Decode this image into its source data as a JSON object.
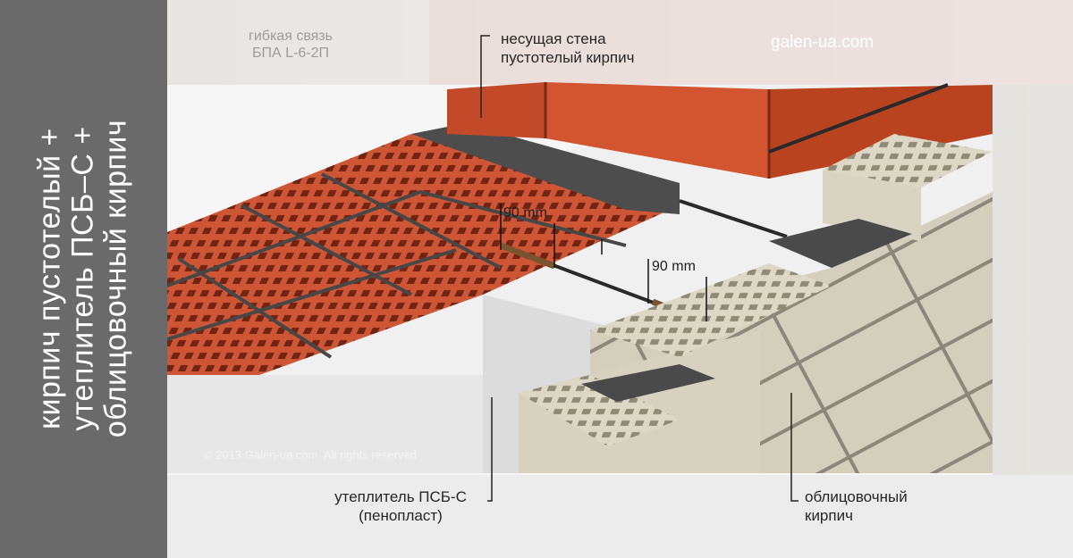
{
  "side_title": {
    "line1": "кирпич пустотелый +",
    "line2": "утеплитель ПСБ–С +",
    "line3": "облицовочный кирпич"
  },
  "labels": {
    "tie_line1": "гибкая связь",
    "tie_line2": "БПА L-6-2П",
    "wall_line1": "несущая стена",
    "wall_line2": "пустотелый кирпич",
    "website": "galen-ua.com",
    "insulation_line1": "утеплитель ПСБ-С",
    "insulation_line2": "(пенопласт)",
    "facing_line1": "облицовочный",
    "facing_line2": "кирпич",
    "copyright": "© 2013 Galen-ua.com. All rights reserved"
  },
  "dimensions": {
    "dim1": "90 mm",
    "dim2": "90 mm"
  },
  "colors": {
    "panel": "#6a6a6a",
    "red_brick": "#c9502d",
    "red_brick_dark": "#8d2f18",
    "mortar": "#4b4b4b",
    "foam": "#f2f2f2",
    "facing_brick": "#d9d4c1",
    "facing_brick_dark": "#8f8a78"
  }
}
